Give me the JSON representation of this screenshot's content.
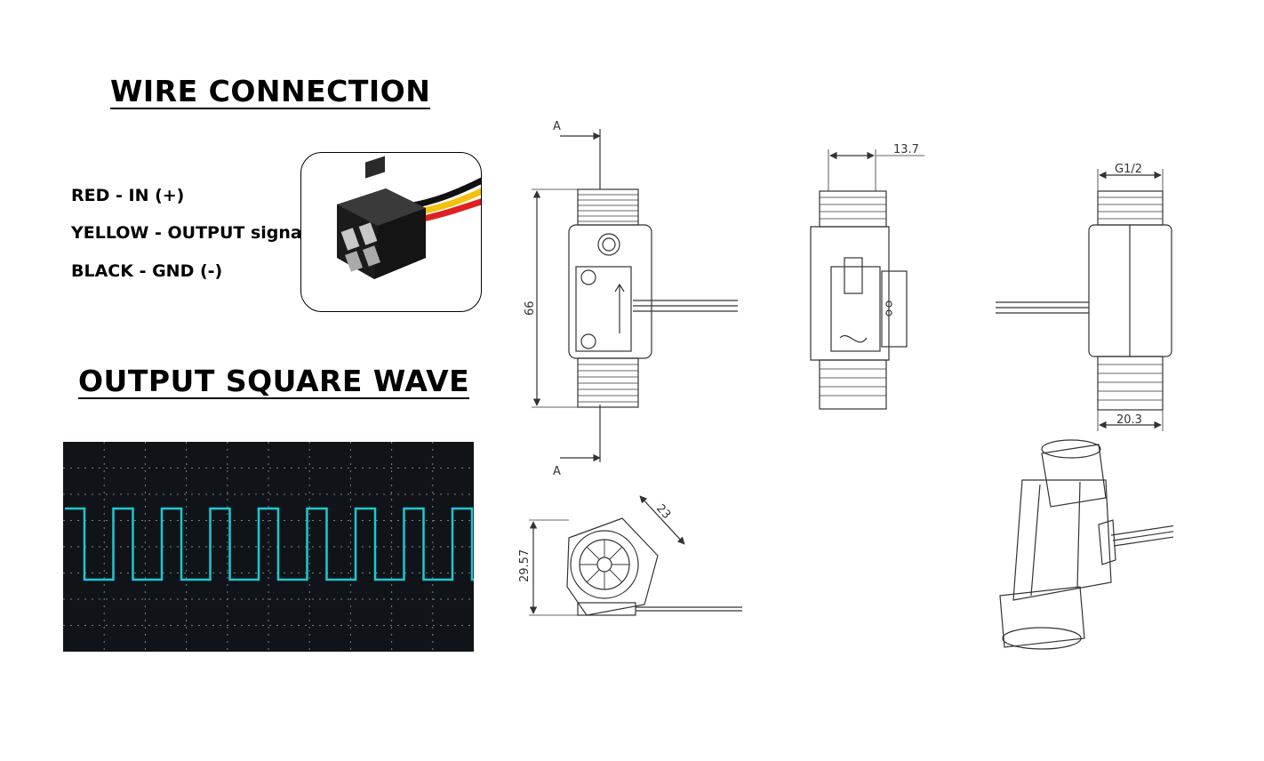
{
  "headings": {
    "wire_connection": "WIRE CONNECTION",
    "output_square_wave": "OUTPUT SQUARE WAVE"
  },
  "wires": [
    {
      "label": "RED - IN (+)",
      "color": "#e02020"
    },
    {
      "label": "YELLOW - OUTPUT signal",
      "color": "#f4c20d"
    },
    {
      "label": "BLACK - GND (-)",
      "color": "#111111"
    }
  ],
  "oscilloscope": {
    "trace_color": "#1fc7d4",
    "background": "#101418",
    "grid_color": "#7a8088"
  },
  "drawing": {
    "section_marker": "A",
    "dims": {
      "length": "66",
      "hex_width": "13.7",
      "thread": "G1/2",
      "body_width": "20.3",
      "hex_across": "23",
      "height": "29.57"
    }
  }
}
